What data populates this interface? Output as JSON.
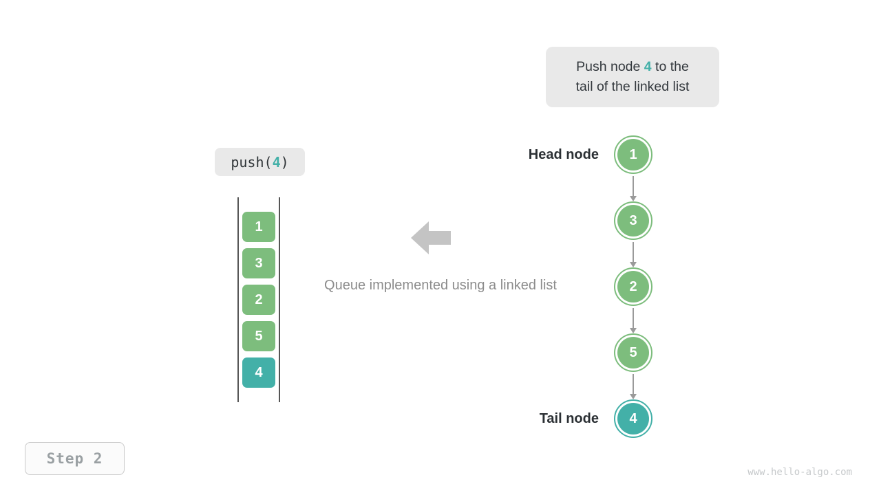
{
  "colors": {
    "green": "#7dbd7d",
    "teal": "#43b0a8",
    "arrow_gray": "#c4c4c4"
  },
  "callout": {
    "line1_pre": "Push node ",
    "value": "4",
    "line1_post": " to the",
    "line2": "tail of the linked list"
  },
  "push_call": {
    "prefix": "push(",
    "arg": "4",
    "suffix": ")"
  },
  "stack": {
    "items": [
      {
        "value": "1",
        "highlight": false
      },
      {
        "value": "3",
        "highlight": false
      },
      {
        "value": "2",
        "highlight": false
      },
      {
        "value": "5",
        "highlight": false
      },
      {
        "value": "4",
        "highlight": true
      }
    ]
  },
  "caption": "Queue implemented using a linked list",
  "linked_list": {
    "head_label": "Head node",
    "tail_label": "Tail node",
    "nodes": [
      {
        "value": "1",
        "highlight": false
      },
      {
        "value": "3",
        "highlight": false
      },
      {
        "value": "2",
        "highlight": false
      },
      {
        "value": "5",
        "highlight": false
      },
      {
        "value": "4",
        "highlight": true
      }
    ]
  },
  "step_badge": "Step 2",
  "watermark": "www.hello-algo.com"
}
